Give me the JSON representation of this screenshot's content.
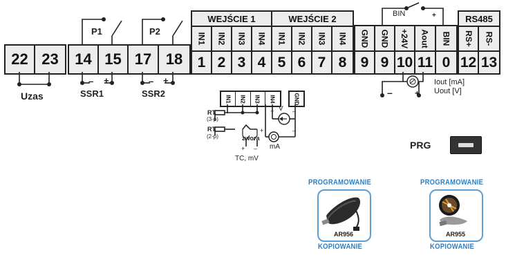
{
  "timer": {
    "t1": "22",
    "t2": "23",
    "label": "Uzas"
  },
  "ssr": {
    "t1": "14",
    "t2": "15",
    "t3": "17",
    "t4": "18",
    "p1": "P1",
    "p2": "P2",
    "ssr1": "SSR1",
    "ssr2": "SSR2",
    "minus": "–",
    "plus": "+"
  },
  "inputs": {
    "header1": "WEJŚCIE 1",
    "header2": "WEJŚCIE 2",
    "labels": [
      "IN1",
      "IN2",
      "IN3",
      "IN4",
      "IN1",
      "IN2",
      "IN3",
      "IN4"
    ],
    "nums": [
      "1",
      "2",
      "3",
      "4",
      "5",
      "6",
      "7",
      "8"
    ]
  },
  "out": {
    "labels": [
      "GND",
      "GND",
      "+24V",
      "Aout",
      "BIN"
    ],
    "nums": [
      "9",
      "9",
      "10",
      "11",
      "0"
    ],
    "bin": "BIN",
    "plus": "+",
    "minus": "–",
    "iout": "Iout [mA]",
    "uout": "Uout [V]"
  },
  "rs485": {
    "header": "RS485",
    "labels": [
      "RS+",
      "RS-"
    ],
    "nums": [
      "12",
      "13"
    ]
  },
  "sensor": {
    "labels": [
      "IN1",
      "IN2",
      "IN3",
      "IN4",
      "GND"
    ],
    "rtd3": "RTD",
    "rtd3sub": "(3-p)",
    "rtd2": "RTD",
    "rtd2sub": "(2-p)",
    "zwora": "zwora",
    "tc": "TC, mV",
    "v": "V",
    "ma": "mA",
    "plus": "+",
    "minus": "–"
  },
  "prg": {
    "label": "PRG"
  },
  "prog1": {
    "top": "PROGRAMOWANIE",
    "model": "AR956",
    "bottom": "KOPIOWANIE"
  },
  "prog2": {
    "top": "PROGRAMOWANIE",
    "model": "AR955",
    "bottom": "KOPIOWANIE"
  }
}
